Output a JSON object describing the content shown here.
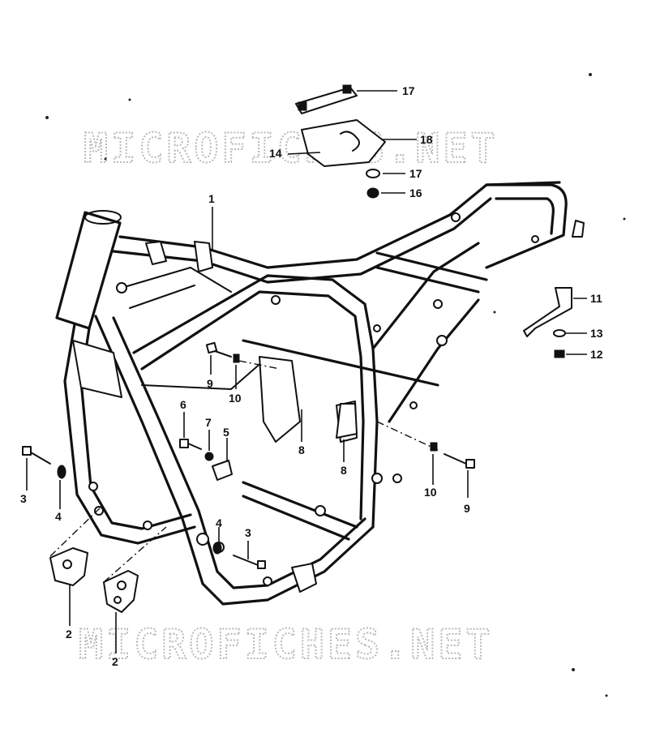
{
  "watermarks": [
    {
      "text": "MICROFICHES.NET"
    },
    {
      "text": "MICROFICHES.NET"
    }
  ],
  "callouts": [
    {
      "id": "c17a",
      "text": "17"
    },
    {
      "id": "c18",
      "text": "18"
    },
    {
      "id": "c14",
      "text": "14"
    },
    {
      "id": "c17b",
      "text": "17"
    },
    {
      "id": "c16",
      "text": "16"
    },
    {
      "id": "c1",
      "text": "1"
    },
    {
      "id": "c11",
      "text": "11"
    },
    {
      "id": "c13",
      "text": "13"
    },
    {
      "id": "c12",
      "text": "12"
    },
    {
      "id": "c9a",
      "text": "9"
    },
    {
      "id": "c10a",
      "text": "10"
    },
    {
      "id": "c6",
      "text": "6"
    },
    {
      "id": "c7",
      "text": "7"
    },
    {
      "id": "c5",
      "text": "5"
    },
    {
      "id": "c8a",
      "text": "8"
    },
    {
      "id": "c8b",
      "text": "8"
    },
    {
      "id": "c10b",
      "text": "10"
    },
    {
      "id": "c9b",
      "text": "9"
    },
    {
      "id": "c3a",
      "text": "3"
    },
    {
      "id": "c4a",
      "text": "4"
    },
    {
      "id": "c4b",
      "text": "4"
    },
    {
      "id": "c3b",
      "text": "3"
    },
    {
      "id": "c2a",
      "text": "2"
    },
    {
      "id": "c2b",
      "text": "2"
    }
  ]
}
